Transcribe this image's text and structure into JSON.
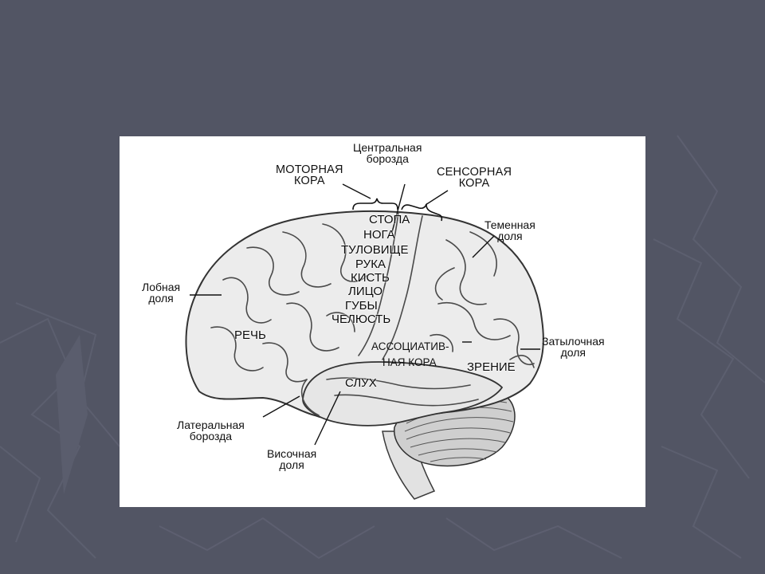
{
  "labels": {
    "central_sulcus": [
      "Центральная",
      "борозда"
    ],
    "motor_cortex": [
      "МОТОРНАЯ",
      "КОРА"
    ],
    "sensory_cortex": [
      "СЕНСОРНАЯ",
      "КОРА"
    ],
    "parietal_lobe": [
      "Теменная",
      "доля"
    ],
    "frontal_lobe": [
      "Лобная",
      "доля"
    ],
    "occipital_lobe": [
      "Затылочная",
      "доля"
    ],
    "lateral_sulcus": [
      "Латеральная",
      "борозда"
    ],
    "temporal_lobe": [
      "Височная",
      "доля"
    ],
    "speech": "РЕЧЬ",
    "association_cortex": [
      "АССОЦИАТИВ-",
      "НАЯ КОРА"
    ],
    "vision": "ЗРЕНИЕ",
    "hearing": "СЛУХ"
  },
  "body_map": [
    "СТОПА",
    "НОГА",
    "ТУЛОВИЩЕ",
    "РУКА",
    "КИСТЬ",
    "ЛИЦО",
    "ГУБЫ",
    "ЧЕЛЮСТЬ"
  ],
  "colors": {
    "slide_background": "#525564",
    "figure_background": "#ffffff",
    "brain_fill": "#e9e9e9",
    "brain_outline": "#3a3a3a"
  }
}
